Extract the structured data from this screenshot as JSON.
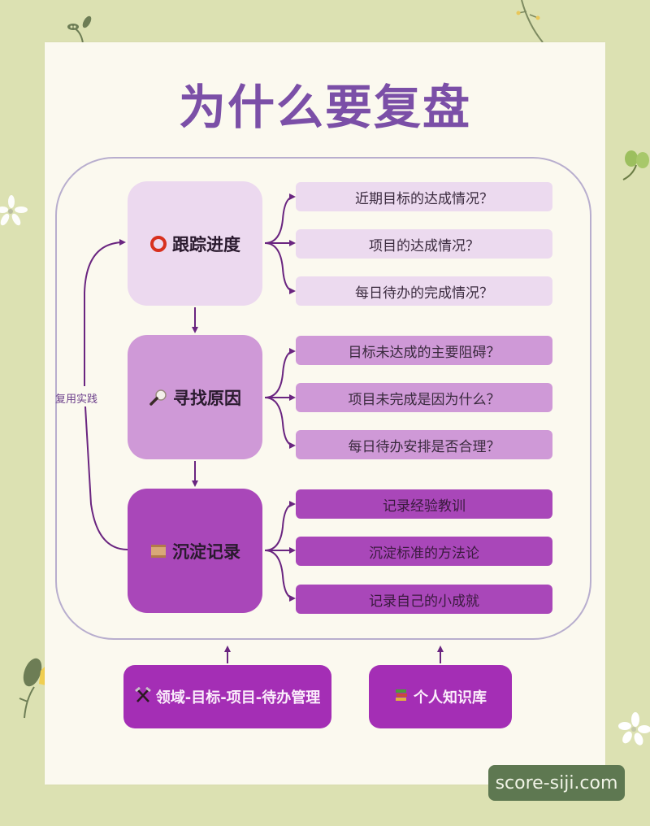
{
  "title": "为什么要复盘",
  "reuse_label": "复用实践",
  "stages": [
    {
      "label": "跟踪进度",
      "icon": "red-circle-icon",
      "icon_glyph": "⭕",
      "color": "#ecd9ef",
      "items": [
        "近期目标的达成情况？",
        "项目的达成情况？",
        "每日待办的完成情况？"
      ]
    },
    {
      "label": "寻找原因",
      "icon": "magnifier-icon",
      "icon_glyph": "🔎",
      "color": "#cf99d7",
      "items": [
        "目标未达成的主要阻碍？",
        "项目未完成是因为什么？",
        "每日待办安排是否合理？"
      ]
    },
    {
      "label": "沉淀记录",
      "icon": "scroll-icon",
      "icon_glyph": "📜",
      "color": "#a947b9",
      "items": [
        "记录经验教训",
        "沉淀标准的方法论",
        "记录自己的小成就"
      ]
    }
  ],
  "foundations": [
    {
      "label": "领域-目标-项目-待办管理",
      "icon": "hammer-pick-icon",
      "icon_glyph": "⚒"
    },
    {
      "label": "个人知识库",
      "icon": "books-icon",
      "icon_glyph": "📚"
    }
  ],
  "watermark": "score-siji.com",
  "colors": {
    "background": "#dce1b2",
    "card": "#fbf9ef",
    "title": "#7b4fa7",
    "connector": "#6a2580",
    "foundation_box": "#a42eb5",
    "watermark_bg": "#5e7851"
  }
}
